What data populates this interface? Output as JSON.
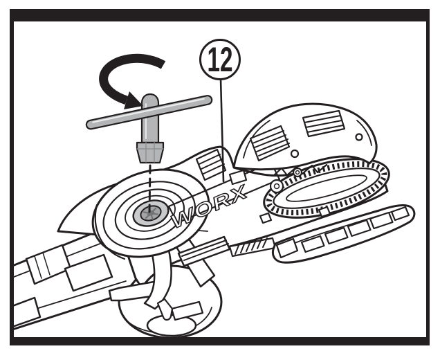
{
  "figure": {
    "type": "instruction-manual-illustration",
    "callout": {
      "number": "12"
    },
    "brand_text": "WORX",
    "colors": {
      "outline": "#231f20",
      "metal": "#b4b5b7",
      "metal_dark": "#a3a4a6",
      "recess": "#c9cacc",
      "screw_core": "#737476",
      "background": "#ffffff"
    }
  }
}
